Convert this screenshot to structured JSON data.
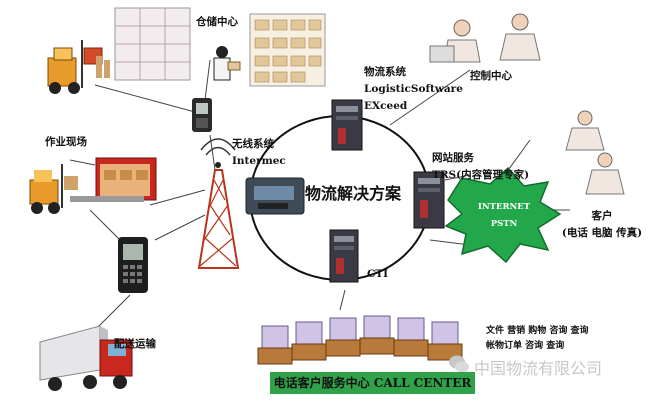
{
  "center": {
    "title": "物流解决方案"
  },
  "nodes": {
    "warehouse": "仓储中心",
    "logistics_software": {
      "line1": "物流系统",
      "line2": "LogisticSoftware",
      "line3": "EXceed"
    },
    "control_center": "控制中心",
    "worksite": "作业现场",
    "wireless": {
      "line1": "无线系统",
      "line2": "Intermec"
    },
    "web_service": {
      "line1": "网站服务",
      "line2": "TRS(内容管理专家)"
    },
    "internet": {
      "line1": "INTERNET",
      "line2": "PSTN"
    },
    "customer": {
      "line1": "客户",
      "line2": "(电话 电脑 传真)"
    },
    "cti": "CTI",
    "delivery": "配送运输",
    "call_center": "电话客户服务中心 CALL CENTER",
    "services": "文件 营销 购物 咨询 查询\n帐物订单 咨询 查询"
  },
  "watermark": "中国物流有限公司",
  "colors": {
    "cloud_green": "#22a84a",
    "band_green": "#2fa24a",
    "truck_red": "#c8281e",
    "forklift_orange": "#e89a2a",
    "server_dark": "#3a3a46"
  }
}
